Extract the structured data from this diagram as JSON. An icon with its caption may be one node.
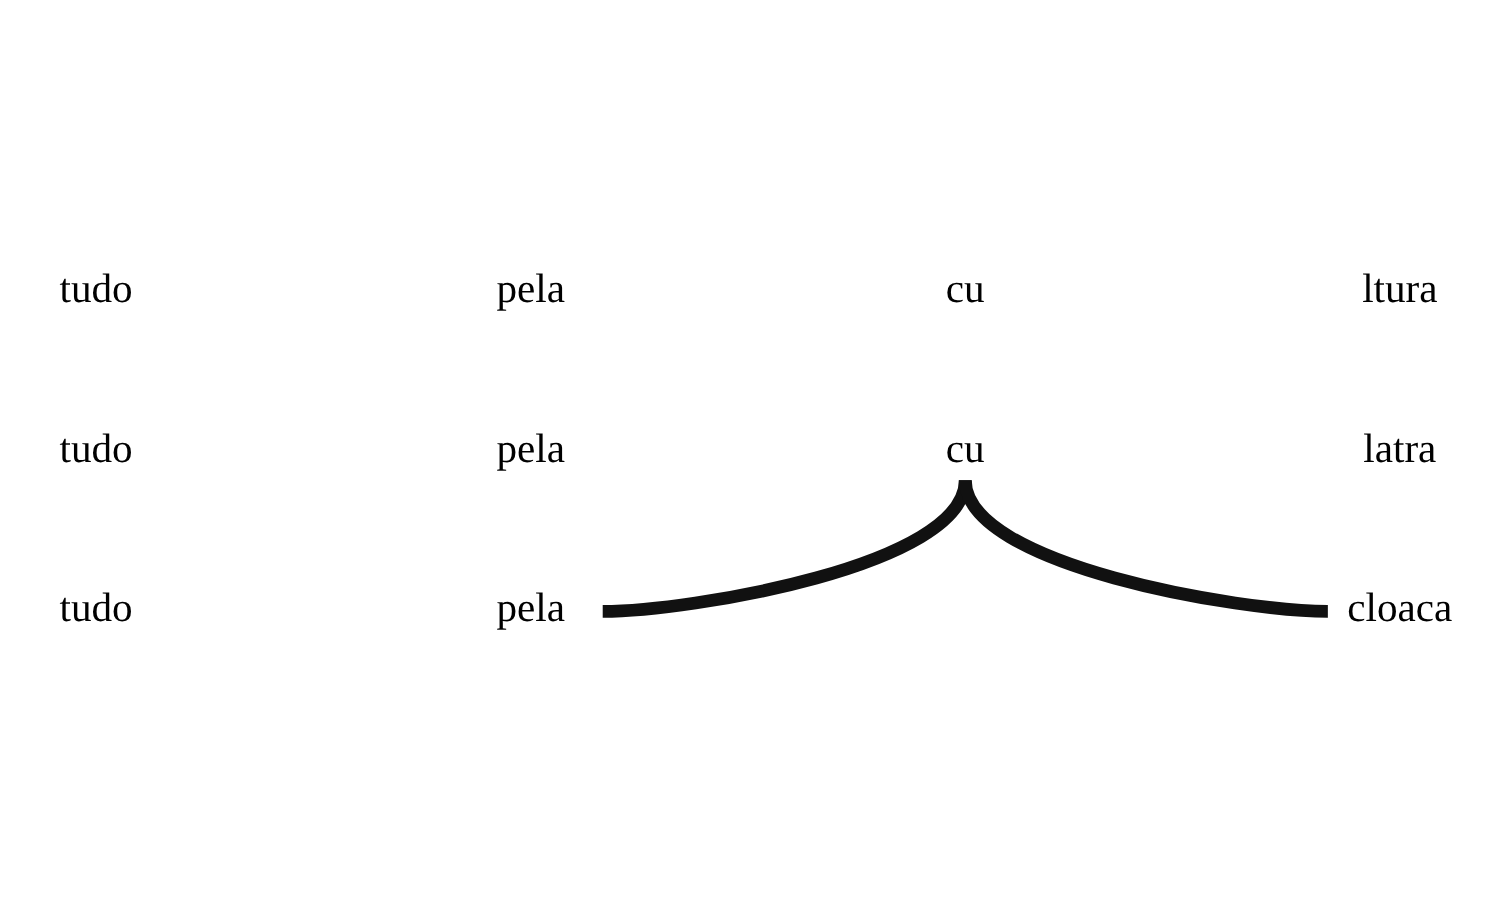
{
  "diagram": {
    "nodes": [
      {
        "text": [
          "tudo"
        ]
      },
      {
        "text": [
          "pela"
        ]
      },
      {
        "text": [
          "cu"
        ]
      },
      {
        "text": [
          "ltura"
        ]
      },
      {
        "text": [
          "tudo"
        ]
      },
      {
        "text": [
          "pela"
        ]
      },
      {
        "text": [
          "cu"
        ]
      },
      {
        "text": [
          "latra"
        ]
      },
      {
        "text": [
          "tudo"
        ]
      },
      {
        "text": [
          "pela"
        ]
      },
      {
        "text": [
          "cloaca"
        ]
      }
    ],
    "edges": [
      {
        "from": 6,
        "to": 9,
        "arrow": "none"
      },
      {
        "from": 6,
        "to": 10,
        "arrow": "none"
      }
    ]
  }
}
